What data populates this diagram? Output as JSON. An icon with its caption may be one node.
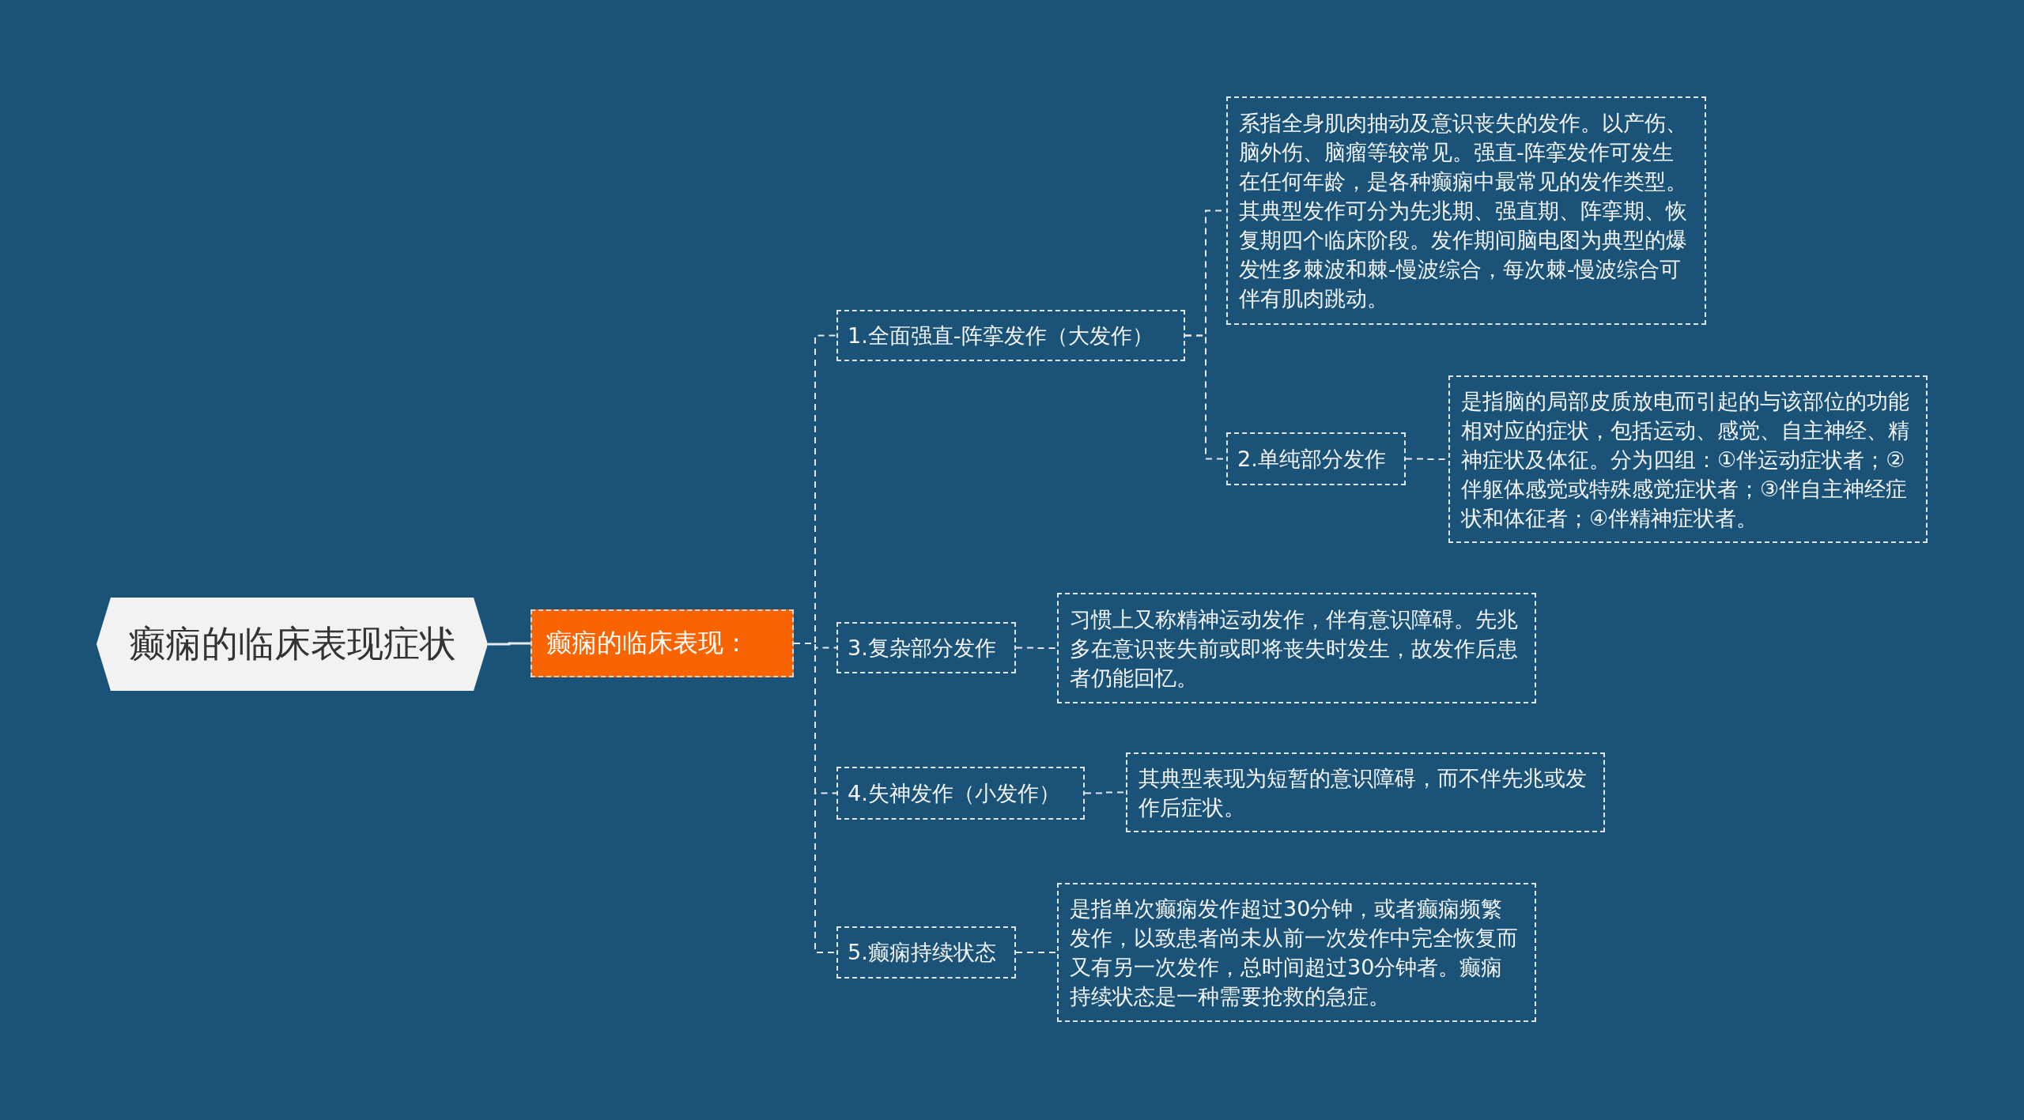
{
  "diagram": {
    "nodes": [
      {
        "text": [
          "癫痫的临床表现症状"
        ]
      },
      {
        "text": [
          "癫痫的临床表现："
        ]
      },
      {
        "text": [
          "1.全面强直-阵挛发作（大发作）"
        ]
      },
      {
        "text": [
          "系指全身肌肉抽动及意识丧失的发作。以产伤、脑外伤、脑瘤等较常见。强直-阵挛发作可发生在任何年龄，是各种癫痫中最常见的发作类型。其典型发作可分为先兆期、强直期、阵挛期、恢复期四个临床阶段。发作期间脑电图为典型的爆发性多棘波和棘-慢波综合，每次棘-慢波综合可伴有肌肉跳动。"
        ]
      },
      {
        "text": [
          "2.单纯部分发作"
        ]
      },
      {
        "text": [
          "是指脑的局部皮质放电而引起的与该部位的功能相对应的症状，包括运动、感觉、自主神经、精神症状及体征。分为四组：①伴运动症状者；②伴躯体感觉或特殊感觉症状者；③伴自主神经症状和体征者；④伴精神症状者。"
        ]
      },
      {
        "text": [
          "3.复杂部分发作"
        ]
      },
      {
        "text": [
          "习惯上又称精神运动发作，伴有意识障碍。先兆多在意识丧失前或即将丧失时发生，故发作后患者仍能回忆。"
        ]
      },
      {
        "text": [
          "4.失神发作（小发作）"
        ]
      },
      {
        "text": [
          "其典型表现为短暂的意识障碍，而不伴先兆或发作后症状。"
        ]
      },
      {
        "text": [
          "5.癫痫持续状态"
        ]
      },
      {
        "text": [
          "是指单次癫痫发作超过30分钟，或者癫痫频繁发作，以致患者尚未从前一次发作中完全恢复而又有另一次发作，总时间超过30分钟者。癫痫持续状态是一种需要抢救的急症。"
        ]
      }
    ],
    "edges": [
      {
        "from": 0,
        "to": 1,
        "arrow": "none"
      },
      {
        "from": 1,
        "to": 2,
        "arrow": "none",
        "style": "dashed"
      },
      {
        "from": 1,
        "to": 6,
        "arrow": "none",
        "style": "dashed"
      },
      {
        "from": 1,
        "to": 8,
        "arrow": "none",
        "style": "dashed"
      },
      {
        "from": 1,
        "to": 10,
        "arrow": "none",
        "style": "dashed"
      },
      {
        "from": 2,
        "to": 3,
        "arrow": "none",
        "style": "dashed"
      },
      {
        "from": 2,
        "to": 4,
        "arrow": "none",
        "style": "dashed"
      },
      {
        "from": 4,
        "to": 5,
        "arrow": "none",
        "style": "dashed"
      },
      {
        "from": 6,
        "to": 7,
        "arrow": "none",
        "style": "dashed"
      },
      {
        "from": 8,
        "to": 9,
        "arrow": "none",
        "style": "dashed"
      },
      {
        "from": 10,
        "to": 11,
        "arrow": "none",
        "style": "dashed"
      }
    ]
  }
}
